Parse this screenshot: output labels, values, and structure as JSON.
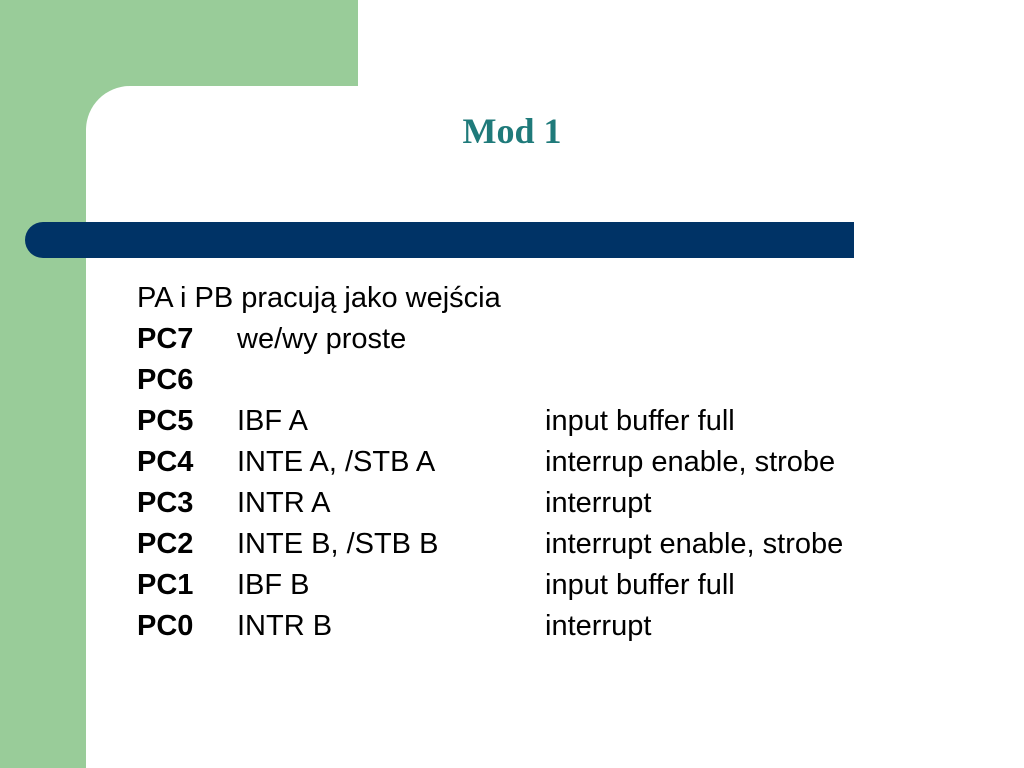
{
  "slide": {
    "title": "Mod 1",
    "intro": "PA i PB pracują jako wejścia",
    "rows": [
      {
        "pin": "PC7",
        "signal": "we/wy proste",
        "desc": ""
      },
      {
        "pin": "PC6",
        "signal": "",
        "desc": ""
      },
      {
        "pin": "PC5",
        "signal": "IBF A",
        "desc": "input buffer full"
      },
      {
        "pin": "PC4",
        "signal": "INTE A, /STB A",
        "desc": "interrup enable, strobe"
      },
      {
        "pin": "PC3",
        "signal": "INTR A",
        "desc": "interrupt"
      },
      {
        "pin": "PC2",
        "signal": "INTE B, /STB B",
        "desc": "interrupt enable, strobe"
      },
      {
        "pin": "PC1",
        "signal": "IBF B",
        "desc": "input buffer full"
      },
      {
        "pin": "PC0",
        "signal": "INTR B",
        "desc": "interrupt"
      }
    ]
  },
  "colors": {
    "green_block": "#99cc99",
    "title": "#1f7a7a",
    "bar": "#003366"
  }
}
